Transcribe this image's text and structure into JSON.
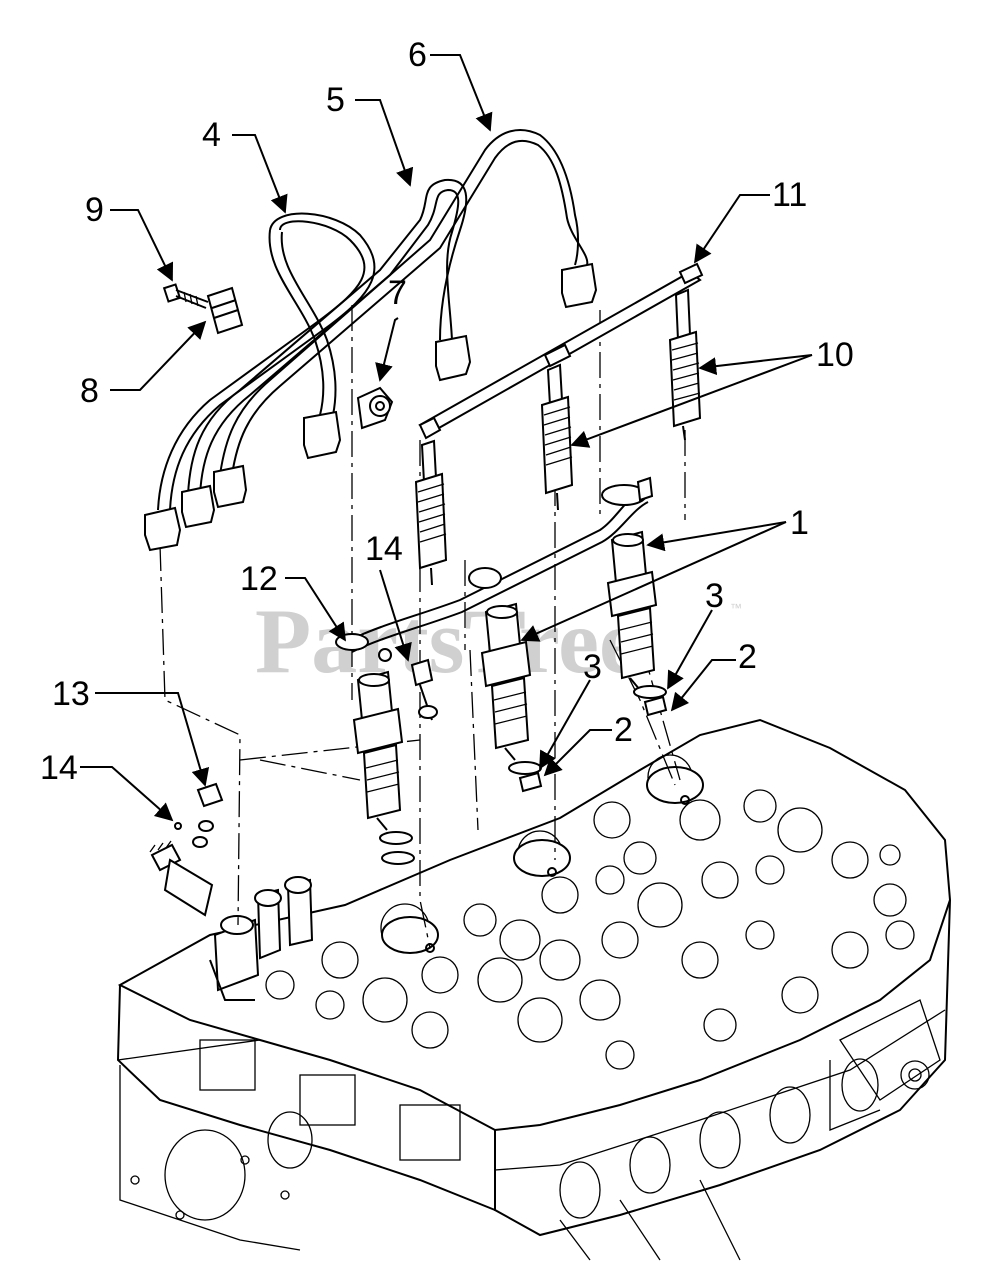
{
  "watermark": "PartsTree",
  "watermark_tm": "™",
  "callouts": {
    "c1": "1",
    "c2a": "2",
    "c2b": "2",
    "c3a": "3",
    "c3b": "3",
    "c4": "4",
    "c5": "5",
    "c6": "6",
    "c7": "7",
    "c8": "8",
    "c9": "9",
    "c10": "10",
    "c11": "11",
    "c12": "12",
    "c13": "13",
    "c14a": "14",
    "c14b": "14"
  }
}
